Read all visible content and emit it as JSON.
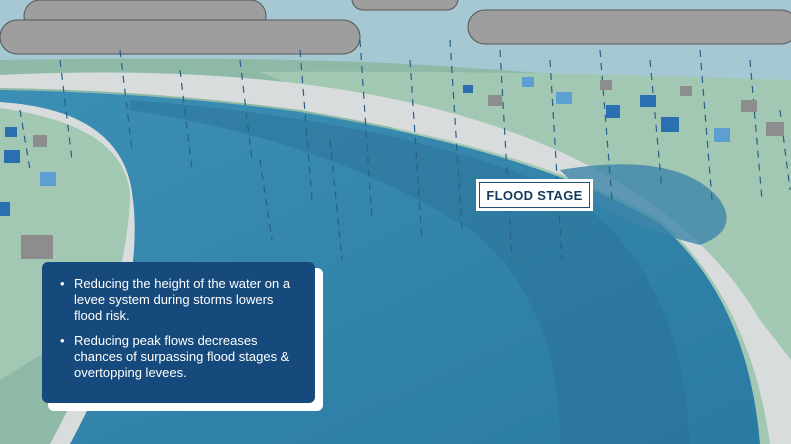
{
  "labels": {
    "flood_stage": "FLOOD STAGE"
  },
  "info_card": {
    "bullets": [
      {
        "text": "Reducing the height of the water on a levee system during storms lowers flood risk."
      },
      {
        "text": "Reducing peak flows decreases chances of surpassing flood stages & overtopping levees."
      }
    ],
    "bullet_glyph": "•"
  },
  "colors": {
    "sky": "#9ec3cf",
    "land": "#9bc4ad",
    "levee": "#d9dcdc",
    "river": "#2e7ea6",
    "card": "#174a7c",
    "cloud": "#9e9e9e"
  }
}
